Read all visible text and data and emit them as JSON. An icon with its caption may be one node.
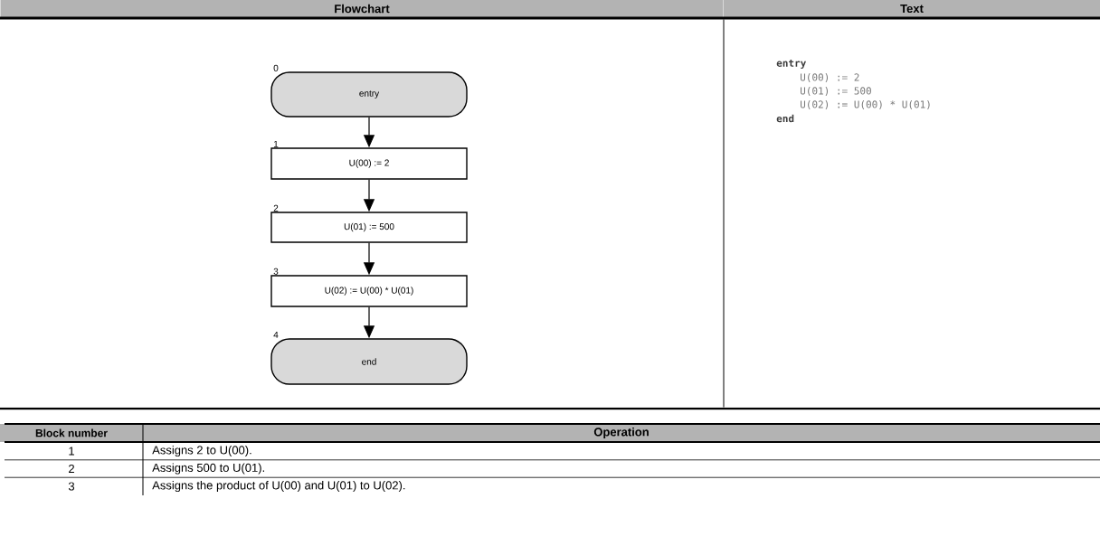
{
  "diagram": {
    "nodes": [
      {
        "text": [
          "entry"
        ],
        "beside": [
          "0"
        ]
      },
      {
        "text": [
          "U(00) := 2"
        ],
        "beside": [
          "1"
        ]
      },
      {
        "text": [
          "U(01) := 500"
        ],
        "beside": [
          "2"
        ]
      },
      {
        "text": [
          "U(02) := U(00) * U(01)"
        ],
        "beside": [
          "3"
        ]
      },
      {
        "text": [
          "end"
        ],
        "beside": [
          "4"
        ]
      }
    ],
    "edges": [
      {
        "from": 0,
        "to": 1,
        "arrow": "to"
      },
      {
        "from": 1,
        "to": 2,
        "arrow": "to"
      },
      {
        "from": 2,
        "to": 3,
        "arrow": "to"
      },
      {
        "from": 3,
        "to": 4,
        "arrow": "to"
      }
    ],
    "labels": [
      "Flowchart",
      "Text",
      "entry",
      "U(00) := 2",
      "U(01) := 500",
      "U(02) := U(00) * U(01)",
      "end",
      "Block number",
      "Operation",
      "1",
      "Assigns 2 to U(00).",
      "2",
      "Assigns 500 to U(01).",
      "3",
      "Assigns the product of U(00) and U(01) to U(02)."
    ]
  }
}
